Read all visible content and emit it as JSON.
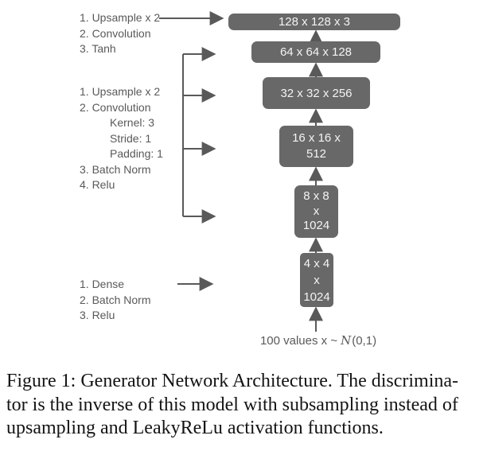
{
  "figure": {
    "colors": {
      "box_fill": "#686868",
      "box_text": "#f4f4f4",
      "label_text": "#595959",
      "arrow": "#595959",
      "caption_text": "#141414",
      "background": "#ffffff"
    },
    "diagram": {
      "layers": [
        {
          "name": "output 128x128x3",
          "lines": [
            "128 x 128 x 3"
          ]
        },
        {
          "name": "layer 64x64x128",
          "lines": [
            "64 x 64 x 128"
          ]
        },
        {
          "name": "layer 32x32x256",
          "lines": [
            "32 x 32 x 256"
          ]
        },
        {
          "name": "layer 16x16x512",
          "lines": [
            "16 x 16 x",
            "512"
          ]
        },
        {
          "name": "layer 8x8x1024",
          "lines": [
            "8 x 8",
            "x",
            "1024"
          ]
        },
        {
          "name": "layer 4x4x1024",
          "lines": [
            "4 x 4",
            "x",
            "1024"
          ]
        }
      ],
      "step_groups": [
        {
          "lines": [
            "1. Upsample x 2",
            "2. Convolution",
            "3. Tanh"
          ]
        },
        {
          "lines": [
            "1. Upsample x 2",
            "2. Convolution",
            "Kernel: 3",
            "Stride: 1",
            "Padding: 1",
            "3. Batch Norm",
            "4. Relu"
          ]
        },
        {
          "lines": [
            "1. Dense",
            "2. Batch Norm",
            "3. Relu"
          ]
        }
      ],
      "input_label": {
        "prefix": "100 values x ~",
        "dist_symbol": "N",
        "suffix": "(0,1)"
      }
    },
    "caption": {
      "lines": [
        "Figure 1: Generator Network Architecture. The discrimina-",
        "tor is the inverse of this model with subsampling instead of",
        "upsampling and LeakyReLu activation functions."
      ]
    }
  }
}
